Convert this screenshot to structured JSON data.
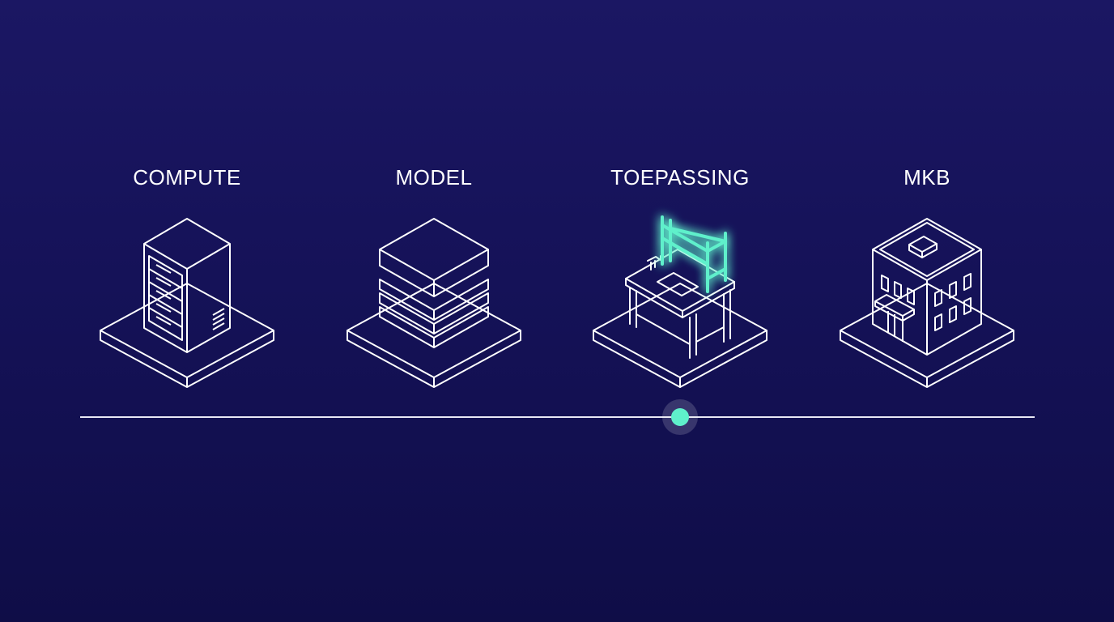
{
  "stages": [
    {
      "label": "COMPUTE",
      "icon": "server-rack-icon"
    },
    {
      "label": "MODEL",
      "icon": "layer-stack-icon"
    },
    {
      "label": "TOEPASSING",
      "icon": "workbench-icon"
    },
    {
      "label": "MKB",
      "icon": "office-building-icon"
    }
  ],
  "colors": {
    "background_top": "#1b1763",
    "background_bottom": "#0f0d47",
    "line": "#ffffff",
    "accent": "#5ff0cb"
  },
  "timeline": {
    "active_stage": "TOEPASSING"
  }
}
